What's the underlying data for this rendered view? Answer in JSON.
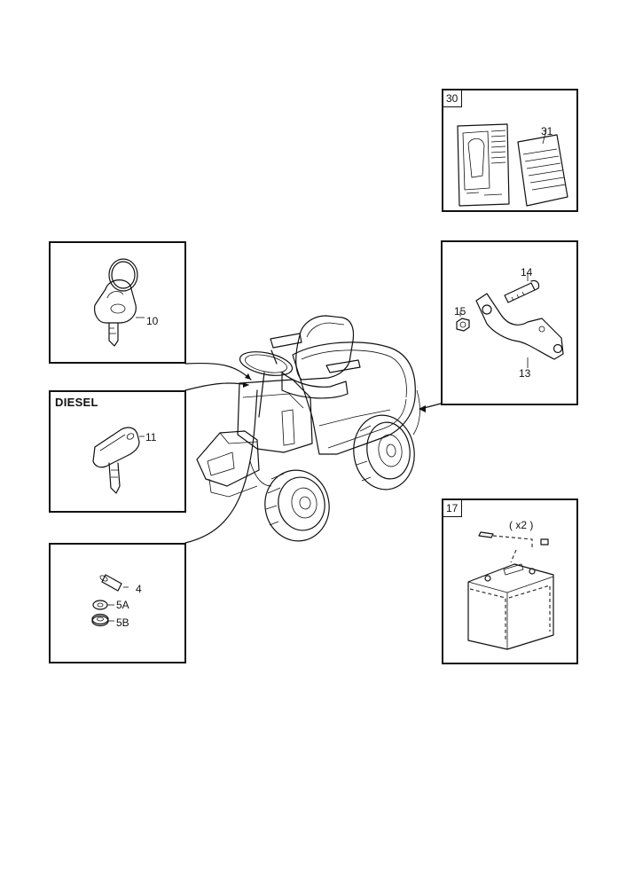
{
  "panels": {
    "decals": {
      "box_number": "30",
      "callout": "31"
    },
    "bracket": {
      "callouts": [
        "14",
        "15",
        "13"
      ]
    },
    "battery": {
      "box_number": "17",
      "quantity_note": "( x2 )"
    },
    "key_standard": {
      "callout": "10"
    },
    "key_diesel": {
      "heading": "DIESEL",
      "callout": "11"
    },
    "small_parts": {
      "callouts": [
        "4",
        "5A",
        "5B"
      ]
    }
  }
}
